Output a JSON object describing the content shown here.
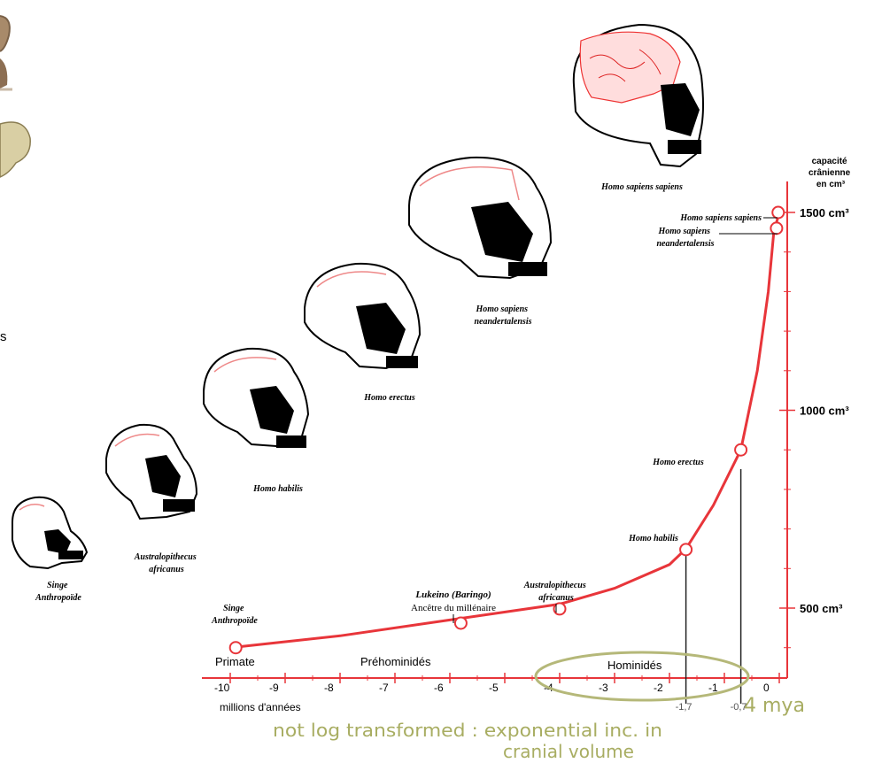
{
  "chart_data": {
    "type": "line",
    "title": "",
    "xlabel": "millions d'années",
    "ylabel": "capacité crânienne en cm³",
    "ylim": [
      300,
      1600
    ],
    "xlim": [
      -10,
      0
    ],
    "x_ticks": [
      "-10",
      "-9",
      "-8",
      "-7",
      "-6",
      "-5",
      "-4",
      "-3",
      "-2",
      "-1",
      "0"
    ],
    "x_extra_ticks": [
      "-1,7",
      "-0,7"
    ],
    "y_ticks": [
      "500 cm³",
      "1000 cm³",
      "1500 cm³"
    ],
    "y_tick_values": [
      500,
      1000,
      1500
    ],
    "y_axis_title_lines": [
      "capacité",
      "crânienne",
      "en cm³"
    ],
    "eras": [
      "Primate",
      "Préhominidés",
      "Hominidés"
    ],
    "color": "#e8353a",
    "series": [
      {
        "name": "",
        "x": [
          -10,
          -8,
          -6,
          -4,
          -3,
          -2,
          -1.7,
          -1.2,
          -0.7,
          -0.4,
          -0.2,
          -0.1,
          0
        ],
        "y": [
          400,
          430,
          470,
          510,
          550,
          610,
          650,
          760,
          900,
          1100,
          1300,
          1450,
          1500
        ]
      }
    ],
    "points": [
      {
        "label": "Singe Anthropoïde",
        "x": -9.9,
        "y": 400
      },
      {
        "label": "Lukeino (Baringo)",
        "sublabel": "Ancêtre du millénaire",
        "x": -5.8,
        "y": 462
      },
      {
        "label": "Australopithecus africanus",
        "x": -4.0,
        "y": 498
      },
      {
        "label": "Homo habilis",
        "x": -1.7,
        "y": 648
      },
      {
        "label": "Homo erectus",
        "x": -0.7,
        "y": 900
      },
      {
        "label": "Homo sapiens neandertalensis",
        "x": -0.05,
        "y": 1460
      },
      {
        "label": "Homo sapiens sapiens",
        "x": -0.02,
        "y": 1500
      }
    ]
  },
  "skull_captions": [
    {
      "lines": [
        "Singe",
        "Anthropoïde"
      ]
    },
    {
      "lines": [
        "Australopithecus",
        "africanus"
      ]
    },
    {
      "lines": [
        "Homo habilis"
      ]
    },
    {
      "lines": [
        "Homo erectus"
      ]
    },
    {
      "lines": [
        "Homo sapiens",
        "neandertalensis"
      ]
    },
    {
      "lines": [
        "Homo sapiens sapiens"
      ]
    }
  ],
  "annotations": {
    "mya_note": "4 mya",
    "note_line1": "not log transformed : exponential inc. in",
    "note_line2": "cranial volume"
  },
  "cropped_edge_text": "s"
}
